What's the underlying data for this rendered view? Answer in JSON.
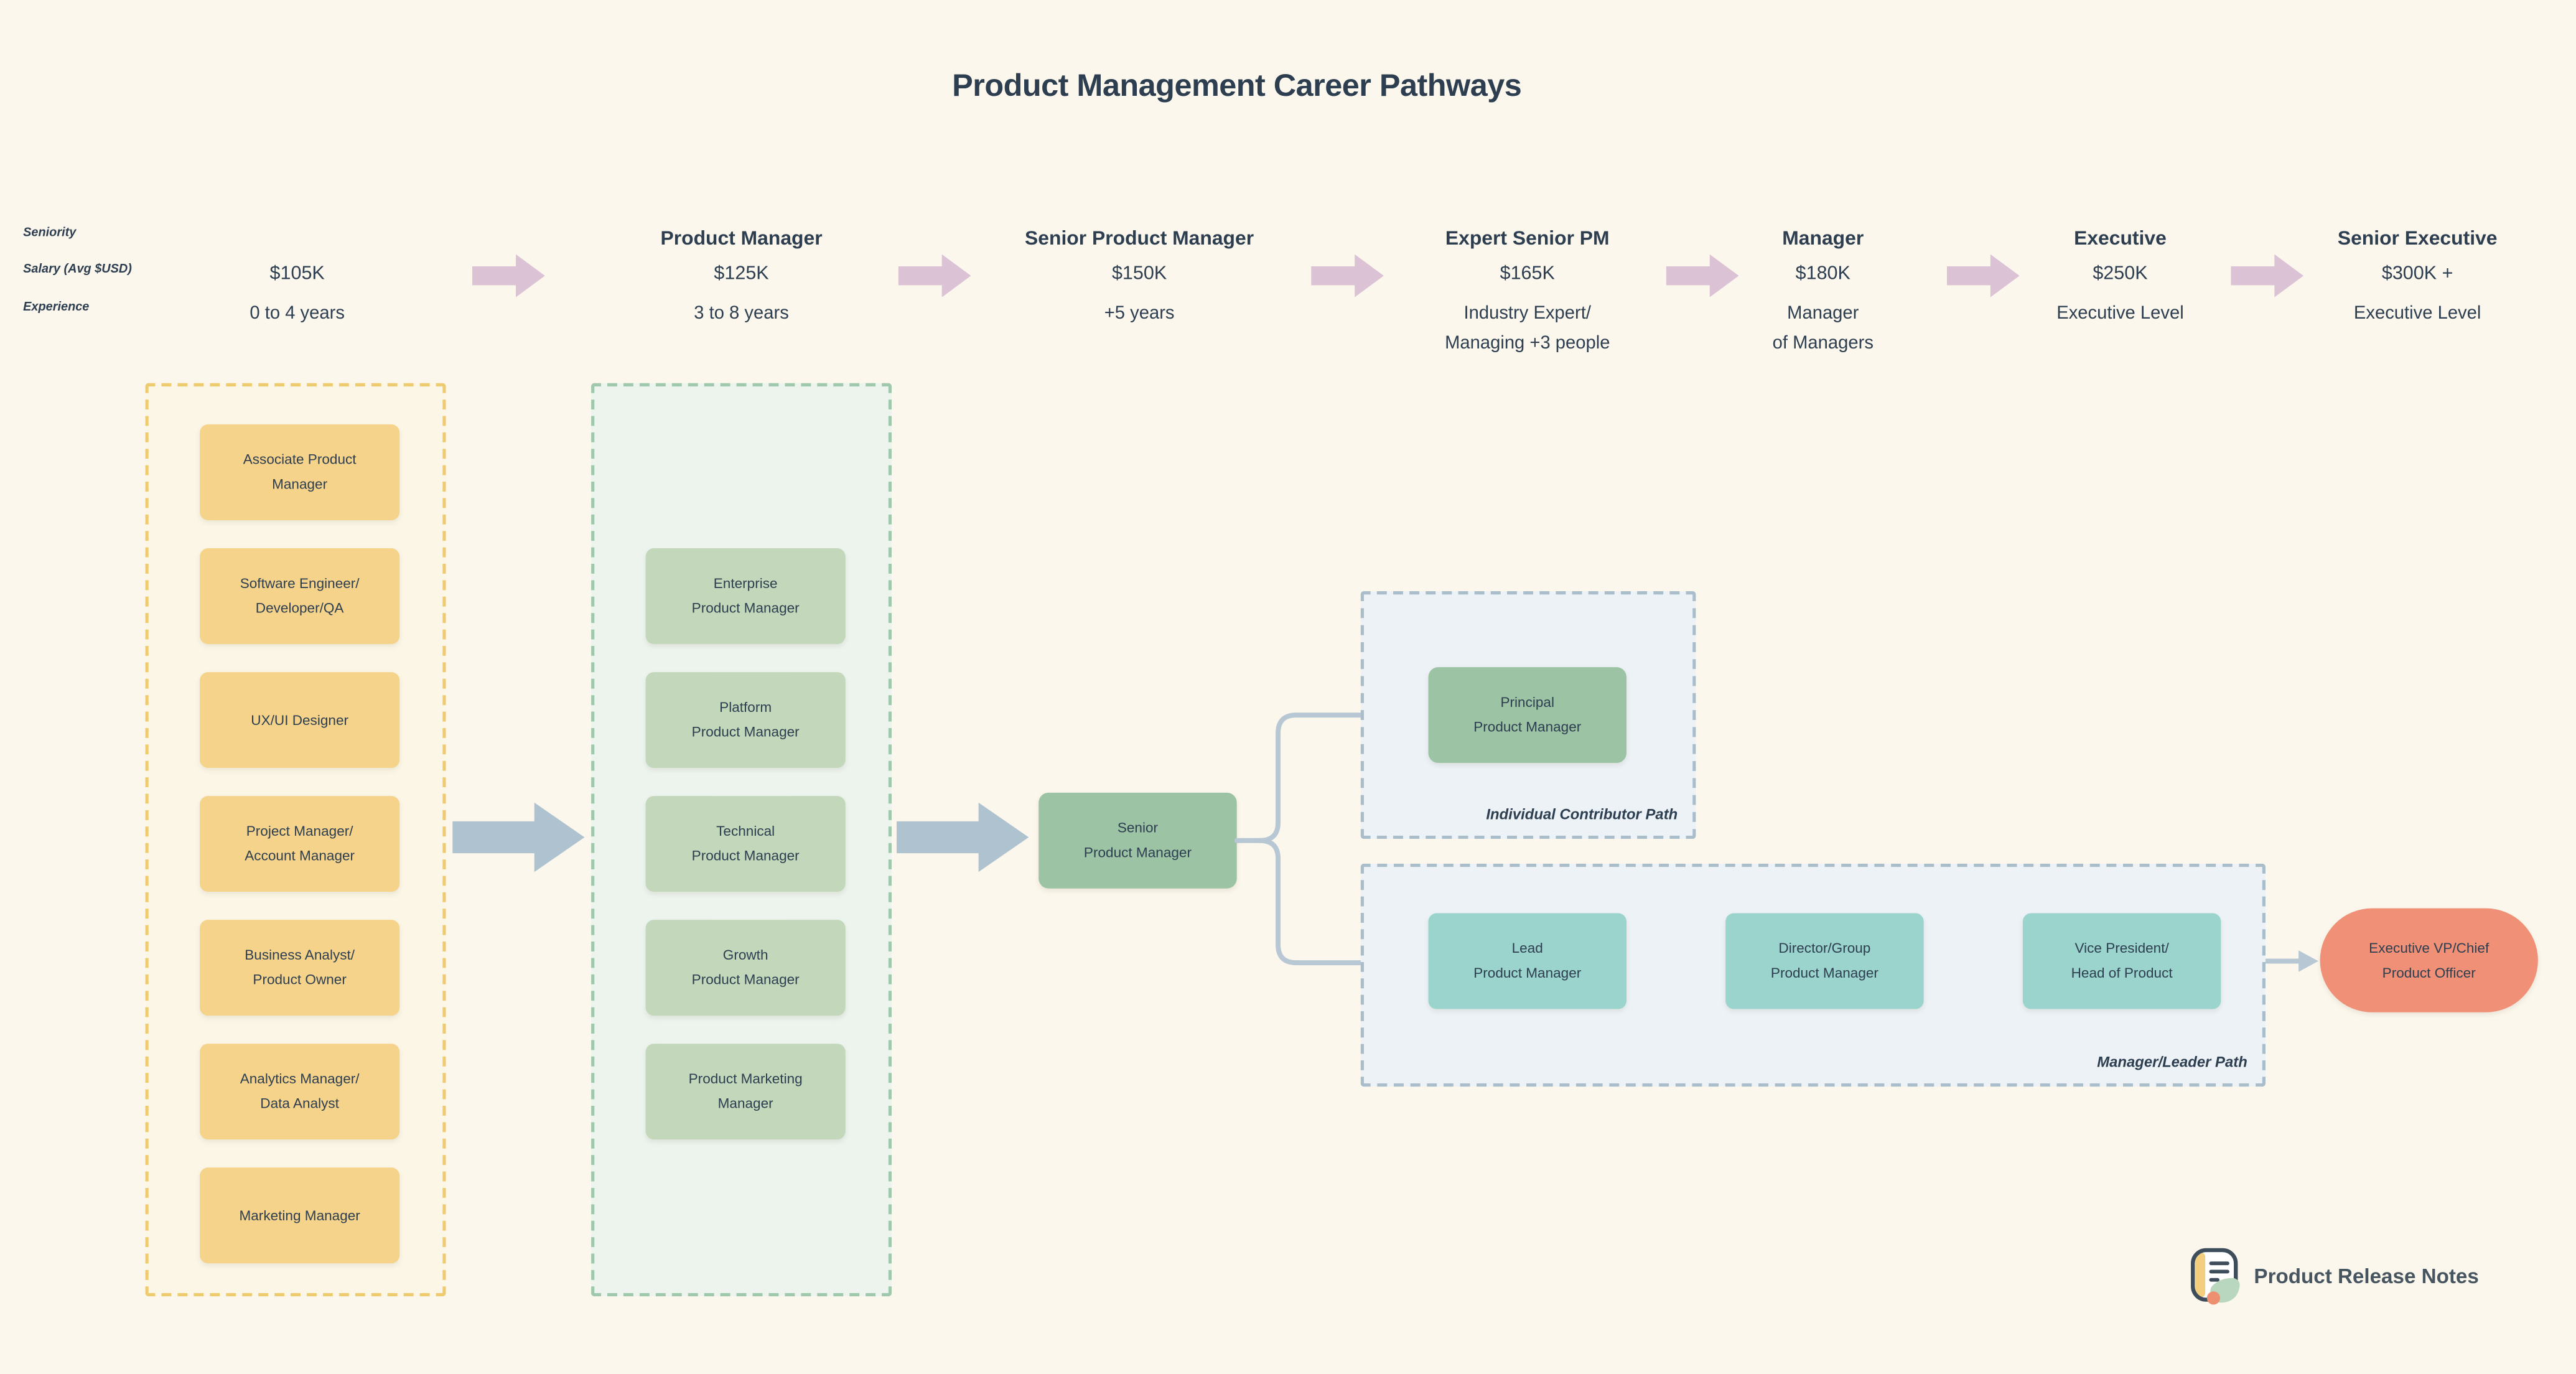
{
  "title": "Product Management Career Pathways",
  "axis": {
    "seniority": "Seniority",
    "salary": "Salary (Avg $USD)",
    "experience": "Experience"
  },
  "levels": [
    {
      "title": "",
      "salary": "$105K",
      "experience": "0 to 4 years"
    },
    {
      "title": "Product Manager",
      "salary": "$125K",
      "experience": "3 to 8 years"
    },
    {
      "title": "Senior Product Manager",
      "salary": "$150K",
      "experience": "+5 years"
    },
    {
      "title": "Expert Senior PM",
      "salary": "$165K",
      "experience": "Industry Expert/\nManaging +3 people"
    },
    {
      "title": "Manager",
      "salary": "$180K",
      "experience": "Manager\nof Managers"
    },
    {
      "title": "Executive",
      "salary": "$250K",
      "experience": "Executive Level"
    },
    {
      "title": "Senior Executive",
      "salary": "$300K +",
      "experience": "Executive Level"
    }
  ],
  "entry_roles": [
    "Associate Product\nManager",
    "Software Engineer/\nDeveloper/QA",
    "UX/UI Designer",
    "Project Manager/\nAccount Manager",
    "Business Analyst/\nProduct Owner",
    "Analytics Manager/\nData Analyst",
    "Marketing Manager"
  ],
  "pm_specializations": [
    "Enterprise\nProduct Manager",
    "Platform\nProduct Manager",
    "Technical\nProduct Manager",
    "Growth\nProduct Manager",
    "Product Marketing\nManager"
  ],
  "senior_pm": "Senior\nProduct Manager",
  "ic_path": {
    "label": "Individual Contributor Path",
    "role": "Principal\nProduct Manager"
  },
  "leader_path": {
    "label": "Manager/Leader Path",
    "roles": [
      "Lead\nProduct Manager",
      "Director/Group\nProduct Manager",
      "Vice President/\nHead of Product"
    ]
  },
  "executive_role": "Executive VP/Chief\nProduct Officer",
  "brand": {
    "name": "Product Release Notes"
  },
  "colors": {
    "background": "#FCF7EC",
    "text": "#2D3E50",
    "entry_box": "#F6D38A",
    "entry_border": "#EFCB70",
    "spec_box": "#C3D8BA",
    "spec_border": "#9FC8AC",
    "senior_box": "#9CC3A4",
    "teal_box": "#9AD4CC",
    "executive_box": "#F09077",
    "level_arrow": "#DCC2D5",
    "big_arrow": "#AEC2D0",
    "connector": "#B7C8D4",
    "path_container_bg": "#ECF2F6",
    "path_container_border": "#A9BDCB"
  }
}
